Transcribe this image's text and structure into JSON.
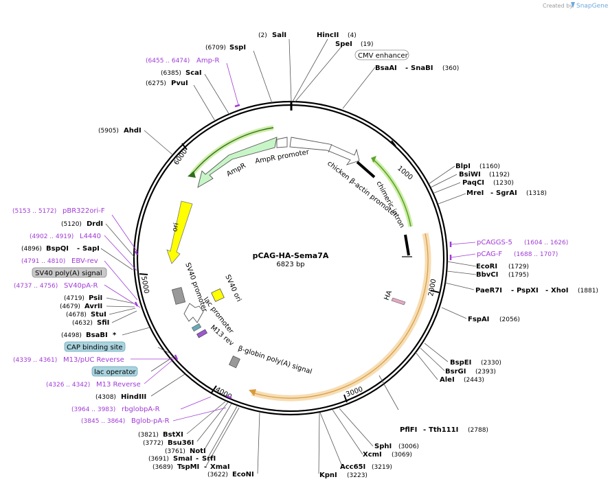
{
  "credit": {
    "prefix": "Created by",
    "brand": "SnapGene"
  },
  "plasmid": {
    "name": "pCAG-HA-Sema7A",
    "length": "6823 bp"
  },
  "ticks": [
    "1000",
    "2000",
    "3000",
    "4000",
    "5000",
    "6000"
  ],
  "features": {
    "ampr": "AmpR",
    "ampr_promoter": "AmpR promoter",
    "cba_promoter": "chicken β-actin promoter",
    "chimeric_intron": "chimeric intron",
    "ori": "ori",
    "sv40_promoter": "SV40 promoter",
    "sv40_ori": "SV40 ori",
    "lac_promoter": "lac promoter",
    "m13_rev": "M13 rev",
    "globin_polya": "β-globin poly(A) signal",
    "ha": "HA"
  },
  "boxed_labels": {
    "cmv": "CMV enhancer",
    "sv40_polya": "SV40 poly(A) signal",
    "cap": "CAP binding site",
    "lac_op": "lac operator"
  },
  "sites": {
    "sali": {
      "pos": "(2)",
      "name": "SalI"
    },
    "hincii": {
      "name": "HincII",
      "pos": "(4)"
    },
    "spei": {
      "name": "SpeI",
      "pos": "(19)"
    },
    "sspi": {
      "pos": "(6709)",
      "name": "SspI"
    },
    "bsaai": {
      "name": "BsaAI",
      "sep": "-",
      "name2": "SnaBI",
      "pos": "(360)"
    },
    "scai": {
      "pos": "(6385)",
      "name": "ScaI"
    },
    "pvui": {
      "pos": "(6275)",
      "name": "PvuI"
    },
    "ahdi": {
      "pos": "(5905)",
      "name": "AhdI"
    },
    "blpi": {
      "name": "BlpI",
      "pos": "(1160)"
    },
    "bsiwi": {
      "name": "BsiWI",
      "pos": "(1192)"
    },
    "paqci": {
      "name": "PaqCI",
      "pos": "(1230)"
    },
    "mrei": {
      "name": "MreI",
      "sep": "-",
      "name2": "SgrAI",
      "pos": "(1318)"
    },
    "drdi": {
      "pos": "(5120)",
      "name": "DrdI"
    },
    "bspqi": {
      "pos": "(4896)",
      "name": "BspQI",
      "sep": "-",
      "name2": "SapI"
    },
    "ecori": {
      "name": "EcoRI",
      "pos": "(1729)"
    },
    "bbvci": {
      "name": "BbvCI",
      "pos": "(1795)"
    },
    "paer7i": {
      "name": "PaeR7I",
      "sep": "-",
      "name2": "PspXI",
      "sep2": "-",
      "name3": "XhoI",
      "pos": "(1881)"
    },
    "psii": {
      "pos": "(4719)",
      "name": "PsiI"
    },
    "avrii": {
      "pos": "(4679)",
      "name": "AvrII"
    },
    "stui": {
      "pos": "(4678)",
      "name": "StuI"
    },
    "sfii": {
      "pos": "(4632)",
      "name": "SfiI"
    },
    "fspai": {
      "name": "FspAI",
      "pos": "(2056)"
    },
    "bsabi": {
      "pos": "(4498)",
      "name": "BsaBI",
      "mark": "*"
    },
    "bspei": {
      "name": "BspEI",
      "pos": "(2330)"
    },
    "bsrgi": {
      "name": "BsrGI",
      "pos": "(2393)"
    },
    "alei": {
      "name": "AleI",
      "pos": "(2443)"
    },
    "hindiii": {
      "pos": "(4308)",
      "name": "HindIII"
    },
    "pflfi": {
      "name": "PflFI",
      "sep": "-",
      "name2": "Tth111I",
      "pos": "(2788)"
    },
    "bstxi": {
      "pos": "(3821)",
      "name": "BstXI"
    },
    "bsu36i": {
      "pos": "(3772)",
      "name": "Bsu36I"
    },
    "noti": {
      "pos": "(3761)",
      "name": "NotI"
    },
    "smai": {
      "pos": "(3691)",
      "name": "SmaI",
      "sep": "-",
      "name2": "SrfI"
    },
    "tspmi": {
      "pos": "(3689)",
      "name": "TspMI",
      "sep": "-",
      "name2": "XmaI"
    },
    "econi": {
      "pos": "(3622)",
      "name": "EcoNI"
    },
    "sphi": {
      "name": "SphI",
      "pos": "(3006)"
    },
    "xcmi": {
      "name": "XcmI",
      "pos": "(3069)"
    },
    "acc65i": {
      "name": "Acc65I",
      "pos": "(3219)"
    },
    "kpni": {
      "name": "KpnI",
      "pos": "(3223)"
    }
  },
  "primers": {
    "ampr": {
      "pos": "(6455 .. 6474)",
      "name": "Amp-R"
    },
    "pbr322": {
      "pos": "(5153 .. 5172)",
      "name": "pBR322ori-F"
    },
    "l4440": {
      "pos": "(4902 .. 4919)",
      "name": "L4440"
    },
    "ebvrev": {
      "pos": "(4791 .. 4810)",
      "name": "EBV-rev"
    },
    "sv40pa": {
      "pos": "(4737 .. 4756)",
      "name": "SV40pA-R"
    },
    "m13puc": {
      "pos": "(4339 .. 4361)",
      "name": "M13/pUC Reverse"
    },
    "m13rev": {
      "pos": "(4326 .. 4342)",
      "name": "M13 Reverse"
    },
    "rbglob": {
      "pos": "(3964 .. 3983)",
      "name": "rbglobpA-R"
    },
    "bglob": {
      "pos": "(3845 .. 3864)",
      "name": "Bglob-pA-R"
    },
    "pcaggs": {
      "name": "pCAGGS-5",
      "pos": "(1604 .. 1626)"
    },
    "pcagf": {
      "name": "pCAG-F",
      "pos": "(1688 .. 1707)"
    }
  }
}
